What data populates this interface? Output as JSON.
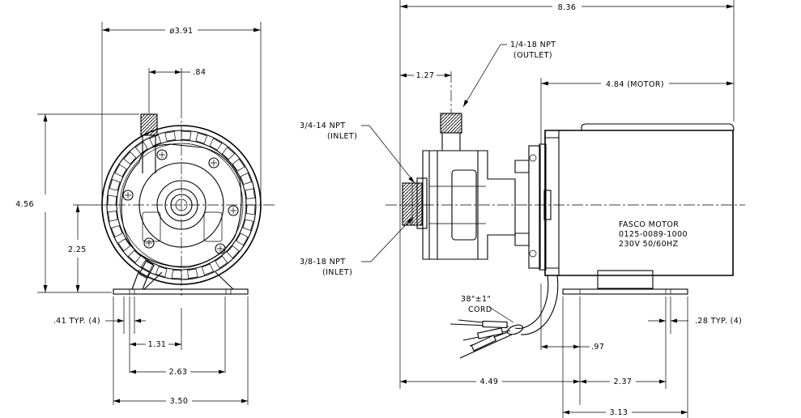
{
  "drawing": {
    "front_view": {
      "dim_diameter": "ø3.91",
      "dim_outlet_offset": ".84",
      "dim_height": "4.56",
      "dim_center_height": "2.25",
      "dim_hole_dia": ".41 TYP. (4)",
      "dim_hole_to_center": "1.31",
      "dim_hole_spacing": "2.63",
      "dim_base_width": "3.50"
    },
    "side_view": {
      "dim_overall_length": "8.36",
      "outlet_label_line1": "1/4-18 NPT",
      "outlet_label_line2": "(OUTLET)",
      "dim_outlet_from_inlet": "1.27",
      "dim_motor_length": "4.84 (MOTOR)",
      "inlet_large_line1": "3/4-14 NPT",
      "inlet_large_line2": "(INLET)",
      "inlet_small_line1": "3/8-18 NPT",
      "inlet_small_line2": "(INLET)",
      "motor_line1": "FASCO MOTOR",
      "motor_line2": "0125-0089-1000",
      "motor_line3": "230V 50/60HZ",
      "cord_line1": "38\"±1\"",
      "cord_line2": "CORD",
      "dim_right_hole": ".28 TYP. (4)",
      "dim_base_offset": ".97",
      "dim_inlet_to_base": "4.49",
      "dim_foot_spacing": "2.37",
      "dim_foot_width": "3.13"
    }
  }
}
